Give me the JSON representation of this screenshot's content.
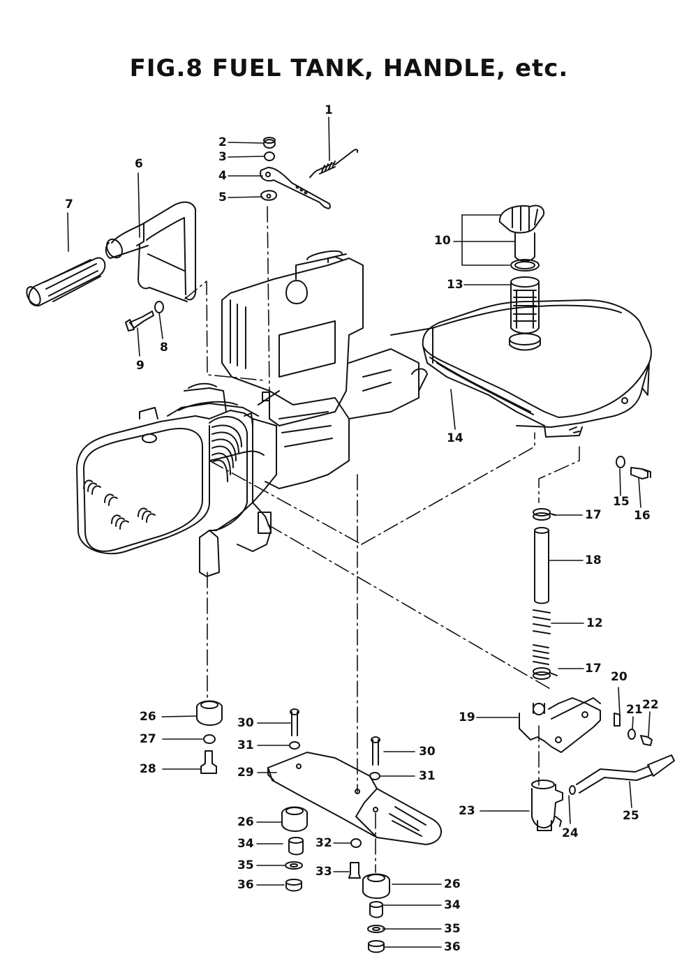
{
  "title": "FIG.8 FUEL TANK, HANDLE, etc.",
  "callouts": [
    "1",
    "2",
    "3",
    "4",
    "5",
    "6",
    "7",
    "8",
    "9",
    "10",
    "13",
    "14",
    "15",
    "16",
    "17",
    "18",
    "12",
    "17",
    "20",
    "21",
    "22",
    "19",
    "23",
    "24",
    "25",
    "26",
    "27",
    "28",
    "30",
    "31",
    "29",
    "30",
    "31",
    "26",
    "34",
    "32",
    "35",
    "33",
    "36",
    "26",
    "34",
    "35",
    "36"
  ]
}
